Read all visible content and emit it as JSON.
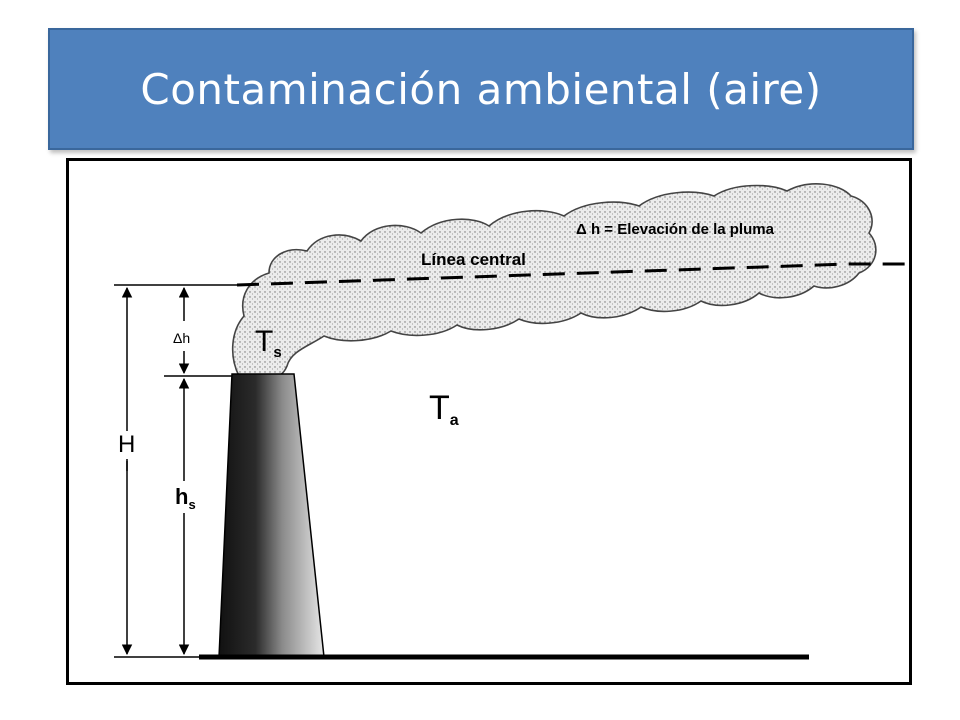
{
  "slide": {
    "title": "Contaminación ambiental (aire)"
  },
  "diagram": {
    "plume_rise_label": "Δ h = Elevación de la pluma",
    "centerline_label": "Línea central",
    "stack_gas_temp": {
      "base": "T",
      "sub": "s"
    },
    "ambient_temp": {
      "base": "T",
      "sub": "a"
    },
    "delta_h_label": "Δh",
    "total_height_label": "H",
    "stack_height": {
      "base": "h",
      "sub": "s"
    }
  },
  "colors": {
    "title_bg": "#4f81bd",
    "title_text": "#ffffff",
    "plume_fill": "#d9d9d9",
    "stack_dark": "#1a1a1a"
  }
}
